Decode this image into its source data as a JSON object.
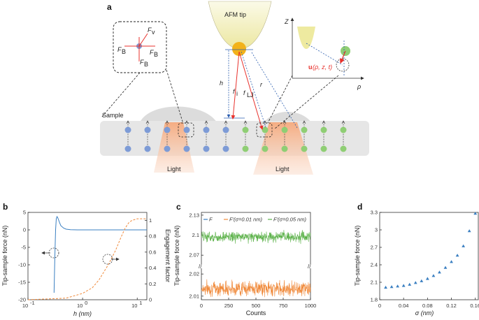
{
  "panel_a": {
    "label": "a",
    "tip_label": "AFM tip",
    "sample_label": "Sample",
    "light_left": "Light",
    "light_right": "Light",
    "h_label": "h",
    "fi_label": "f",
    "fi_sub": "i",
    "flj_label": "f",
    "flj_sub": "LJ",
    "r_label": "r",
    "inset_forces": {
      "fv": "F",
      "fv_sub": "v",
      "fb": "F",
      "fb_sub": "B"
    },
    "inset_coords": {
      "z": "Z",
      "rho": "ρ",
      "u_bold": "u",
      "u_args": "(ρ, z, t)"
    },
    "colors": {
      "blue_mol": "#7d9bd6",
      "green_mol": "#8fce74",
      "tip": "#f2efb8",
      "bead": "#f2b21a",
      "red": "#e8312c",
      "sample": "#e6e6e6",
      "light": "#f2b89a"
    }
  },
  "chart_data": [
    {
      "panel": "b",
      "type": "line",
      "xlabel": "h (nm)",
      "xscale": "log",
      "xlim": [
        0.1,
        15
      ],
      "xticks": [
        "10",
        "10",
        "10"
      ],
      "xtick_exp": [
        "-1",
        "0",
        "1"
      ],
      "ylabel": "Tip-sample force (nN)",
      "ylim": [
        -20,
        5
      ],
      "yticks": [
        "5",
        "0",
        "-5",
        "-10",
        "-15",
        "-20"
      ],
      "y2label": "Engagement factor",
      "y2lim": [
        0,
        1.1
      ],
      "y2ticks": [
        "1",
        "0.8",
        "0.6",
        "0.4",
        "0.2",
        "0"
      ],
      "series": [
        {
          "color": "#3a7fc1",
          "style": "solid",
          "axis": "left",
          "x": [
            0.3,
            0.31,
            0.32,
            0.33,
            0.34,
            0.35,
            0.36,
            0.38,
            0.4,
            0.45,
            0.5,
            0.6,
            0.8,
            1,
            2,
            5,
            15
          ],
          "y": [
            -18,
            -8,
            0,
            3.2,
            3.8,
            3.5,
            3.0,
            2.0,
            1.2,
            0.5,
            0.2,
            0.05,
            0,
            0,
            0,
            0,
            0
          ]
        },
        {
          "color": "#f08a3b",
          "style": "dashed",
          "axis": "right",
          "x": [
            0.1,
            0.5,
            1,
            1.5,
            2,
            3,
            4,
            5,
            6,
            7,
            8,
            10,
            15
          ],
          "y": [
            0,
            0.02,
            0.08,
            0.15,
            0.25,
            0.45,
            0.62,
            0.78,
            0.9,
            0.97,
            1.0,
            1.02,
            1.02
          ]
        }
      ]
    },
    {
      "panel": "c",
      "type": "line",
      "xlabel": "Counts",
      "ylabel": "Tip-sample force (nN)",
      "xlim": [
        0,
        1000
      ],
      "xticks": [
        "0",
        "250",
        "500",
        "750",
        "1000"
      ],
      "yticks_top": [
        "2.13",
        "2.1",
        "2.07"
      ],
      "yticks_bottom": [
        "2.02",
        "2.01"
      ],
      "legend": [
        {
          "name": "F",
          "color": "#3a7fc1"
        },
        {
          "name": "F'(σ=0.01 nm)",
          "color": "#f08a3b"
        },
        {
          "name": "F'(σ=0.05 nm)",
          "color": "#5cb24a"
        }
      ],
      "series": [
        {
          "name": "F",
          "color": "#3a7fc1",
          "mean": 2.0105,
          "noise": 0
        },
        {
          "name": "F'(σ=0.01 nm)",
          "color": "#f08a3b",
          "mean": 2.0135,
          "noise": 0.0025
        },
        {
          "name": "F'(σ=0.05 nm)",
          "color": "#5cb24a",
          "mean": 2.0975,
          "noise": 0.006
        }
      ]
    },
    {
      "panel": "d",
      "type": "scatter",
      "xlabel": "σ (nm)",
      "ylabel": "Tip-sample force (nN)",
      "xlim": [
        0,
        0.165
      ],
      "ylim": [
        1.8,
        3.3
      ],
      "xticks": [
        "0",
        "0.04",
        "0.08",
        "0.12",
        "0.16"
      ],
      "yticks": [
        "3.3",
        "3",
        "2.7",
        "2.4",
        "2.1",
        "1.8"
      ],
      "color": "#3a7fc1",
      "x": [
        0.01,
        0.02,
        0.03,
        0.04,
        0.05,
        0.06,
        0.07,
        0.08,
        0.09,
        0.1,
        0.11,
        0.12,
        0.13,
        0.14,
        0.15,
        0.16
      ],
      "y": [
        2.01,
        2.02,
        2.03,
        2.04,
        2.06,
        2.09,
        2.12,
        2.16,
        2.21,
        2.27,
        2.35,
        2.45,
        2.56,
        2.72,
        2.98,
        3.28
      ]
    }
  ]
}
